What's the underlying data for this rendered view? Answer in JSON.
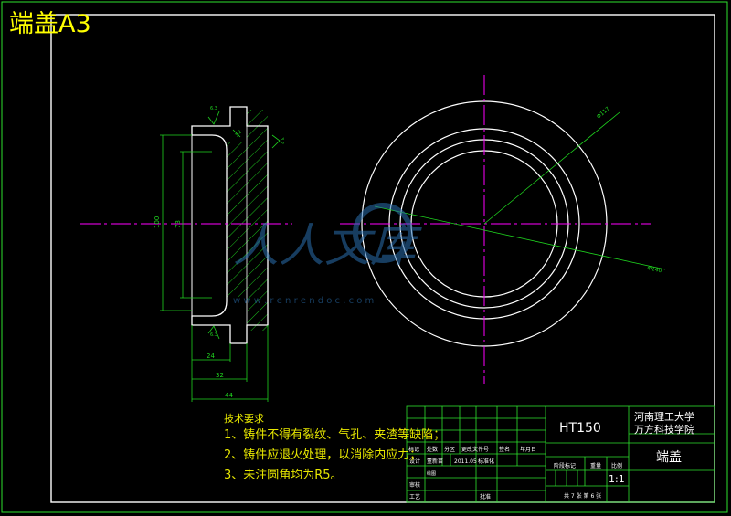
{
  "sheet_title": "端盖A3",
  "watermark": {
    "brand": "人人文库",
    "url": "w w w . r e n r e n d o c . c o m"
  },
  "dimensions": {
    "roughness_top": "6.3",
    "roughness_bottom": "6.3",
    "roughness_right": "3.2",
    "roughness_left_face": "3.2",
    "diameter_outer_left": "100",
    "diameter_inner_left": "73",
    "width_24": "24",
    "width_32": "32",
    "width_44": "44",
    "hole_circle_diameter": "Φ117",
    "hole_diameter": "Φ140"
  },
  "technical_notes": {
    "heading": "技术要求",
    "lines": [
      "1、铸件不得有裂纹、气孔、夹渣等缺陷；",
      "2、铸件应退火处理，以消除内应力；",
      "3、未注圆角均为R5。"
    ]
  },
  "title_block": {
    "material": "HT150",
    "school_line1": "河南理工大学",
    "school_line2": "万方科技学院",
    "part_name": "端盖",
    "scale": "1:1",
    "sheet_info": "共 7 张  第 6 张",
    "labels": {
      "mark": "标记",
      "count": "处数",
      "zone": "分区",
      "change_doc": "更改文件号",
      "signature": "签名",
      "date": "年月日",
      "design": "设计",
      "designer": "董新苗",
      "design_date": "2011.05",
      "standardize": "标准化",
      "check": "审核",
      "process": "工艺",
      "approve": "批准",
      "stage_mark": "阶段标记",
      "weight": "重量",
      "scale_label": "比例",
      "drawing_label": "绘图"
    }
  },
  "colors": {
    "outline": "#ffffff",
    "dimension": "#1fd41f",
    "centerline": "#ff00ff",
    "frame": "#2ee22e",
    "text_yellow": "#ffff00"
  }
}
